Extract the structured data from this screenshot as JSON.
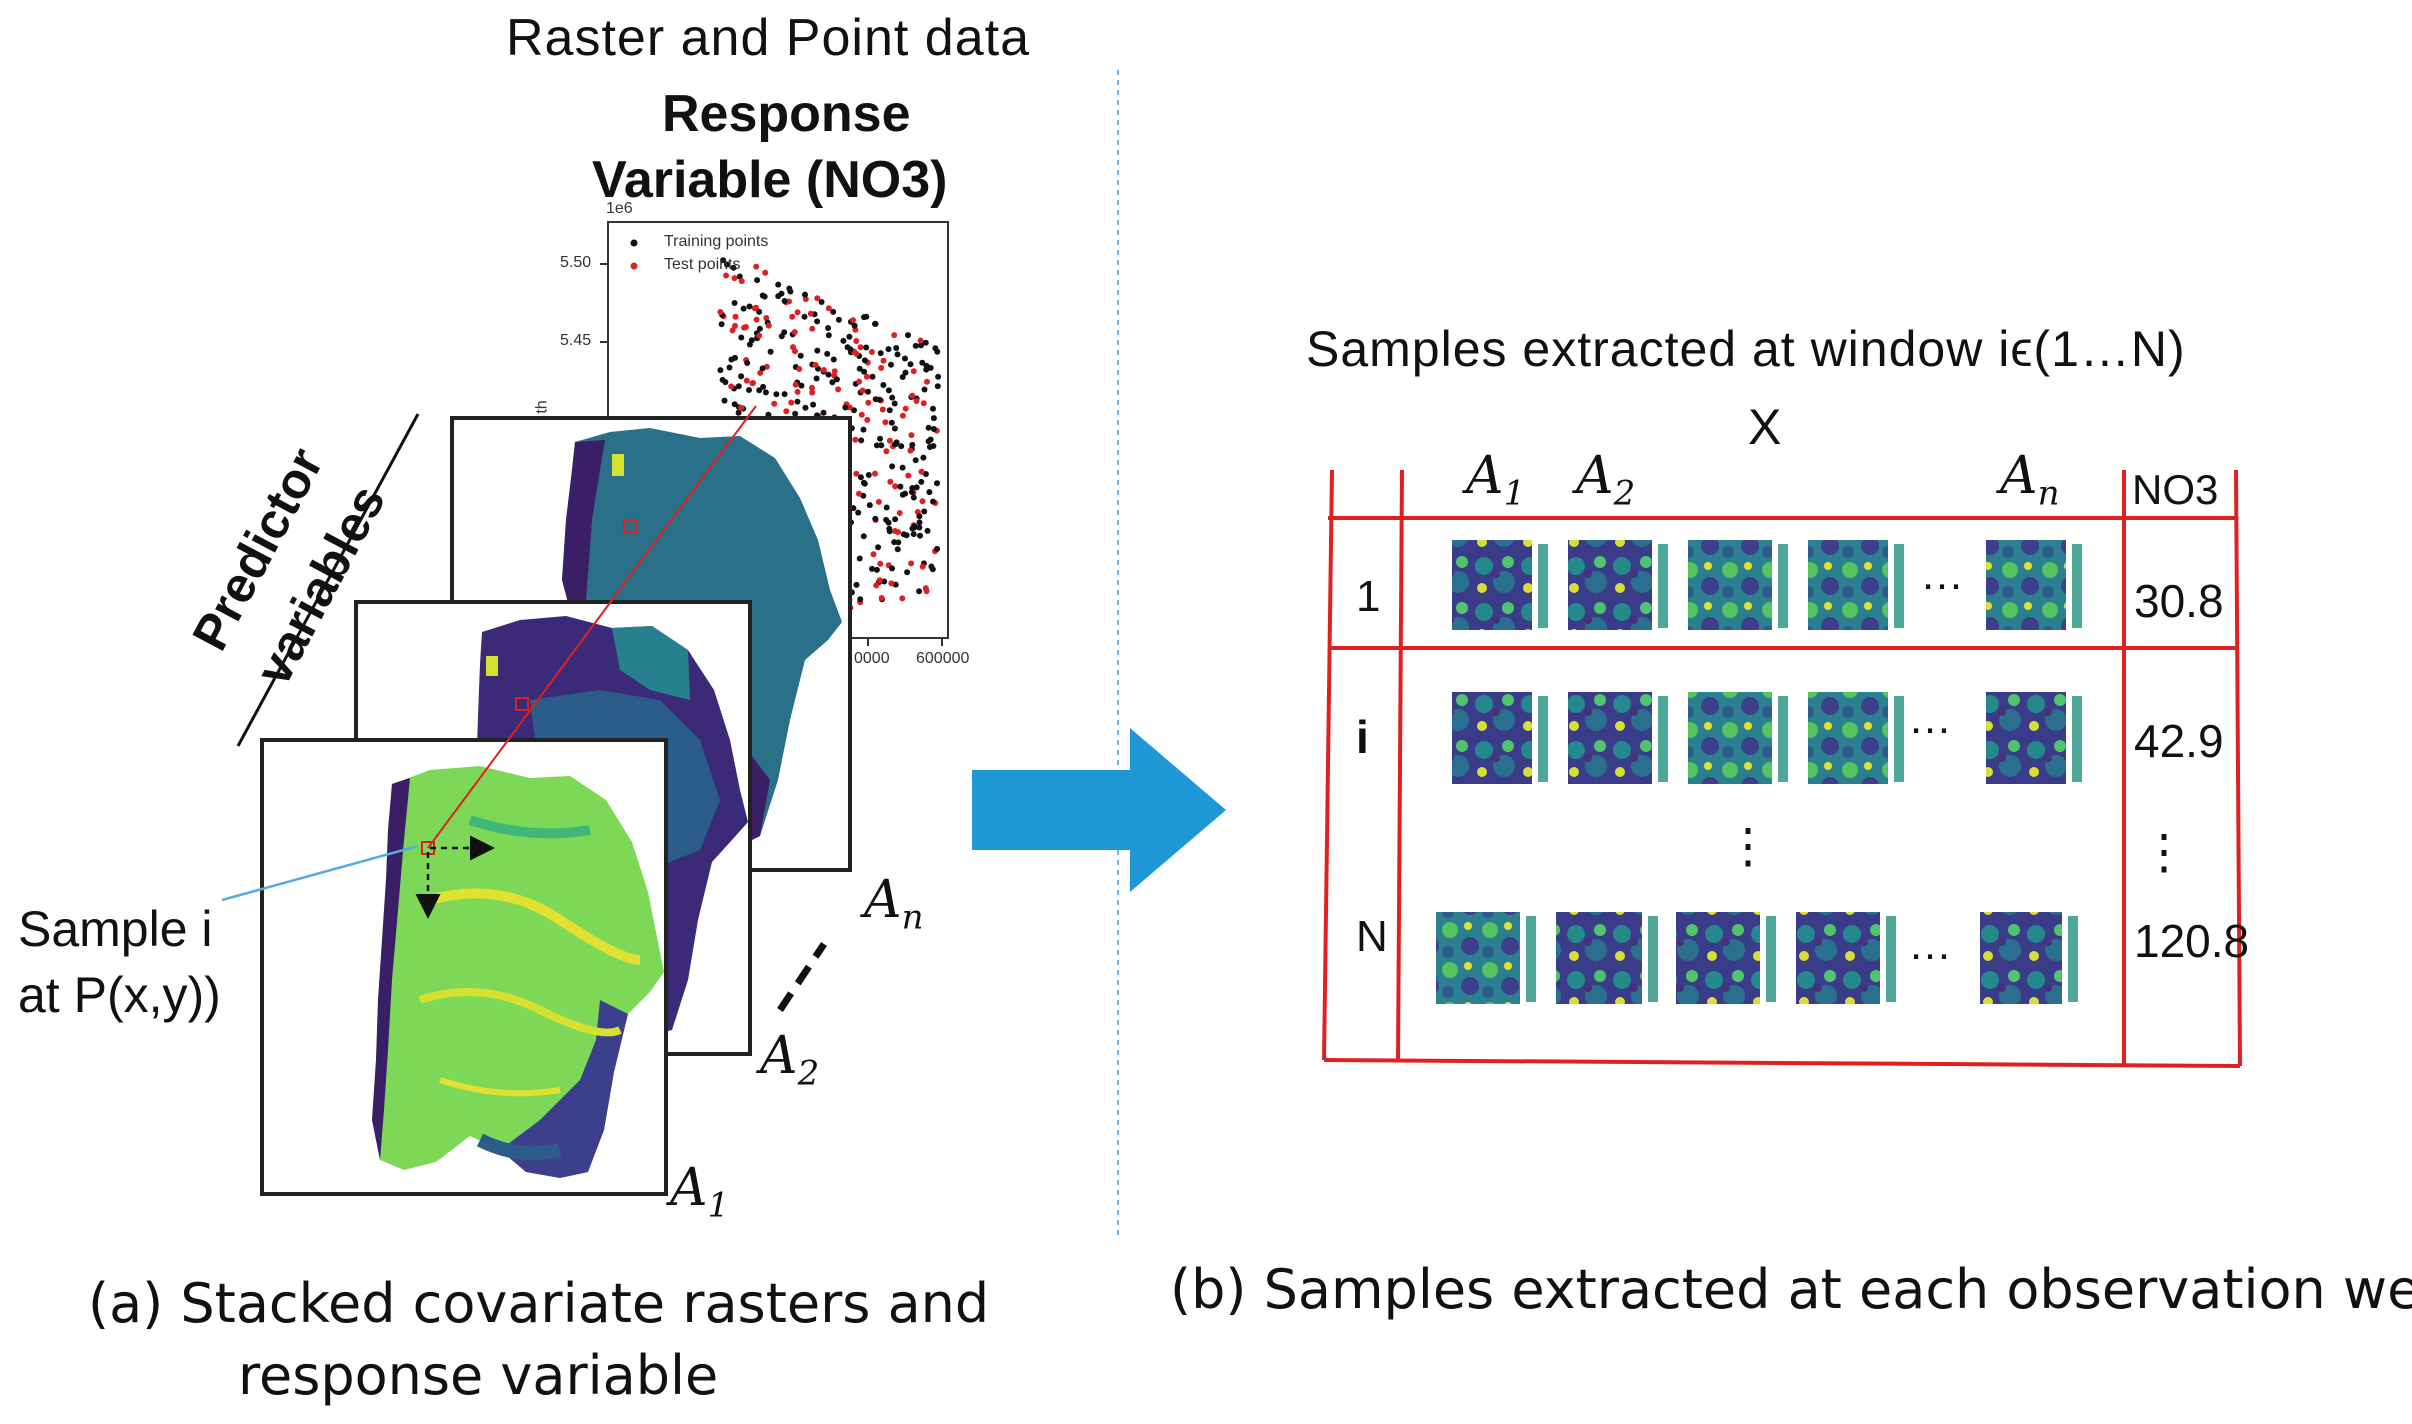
{
  "left": {
    "heading": "Raster and Point data",
    "response_title_line1": "Response",
    "response_title_line2": "Variable (NO3)",
    "predictor_line1": "Predictor",
    "predictor_line2": "variables",
    "scatter": {
      "exponent": "1e6",
      "yticks": [
        "5.50",
        "5.45"
      ],
      "y_axis_fragment": "th",
      "xticks": [
        "0000",
        "600000"
      ],
      "legend": [
        {
          "label": "Training points",
          "color": "#111111"
        },
        {
          "label": "Test points",
          "color": "#e02020"
        }
      ]
    },
    "layers": {
      "a1_base": "A",
      "a1_sub": "1",
      "a2_base": "A",
      "a2_sub": "2",
      "an_base": "A",
      "an_sub": "n"
    },
    "sample_label_line1": "Sample i",
    "sample_label_line2": "at P(x,y))",
    "caption_line1": "(a) Stacked covariate rasters and",
    "caption_line2": "response variable"
  },
  "right": {
    "heading": "Samples extracted at window iϵ(1…N)",
    "x_label": "X",
    "columns": [
      {
        "base": "A",
        "sub": "1"
      },
      {
        "base": "A",
        "sub": "2"
      },
      {
        "base": "A",
        "sub": "n"
      }
    ],
    "response_header": "NO3",
    "rows": [
      {
        "index": "1",
        "value": "30.8"
      },
      {
        "index": "i",
        "value": "42.9"
      },
      {
        "index": "N",
        "value": "120.8"
      }
    ],
    "ellipsis": "…",
    "vertical_dots": "⋮",
    "caption": "(b) Samples extracted at each observation well i"
  },
  "colors": {
    "table_border": "#e02020",
    "arrow": "#1f97d4",
    "divider": "#6cb8e8",
    "viridis_dark": "#3b1f66",
    "viridis_teal": "#226a8a",
    "viridis_green": "#5ec862",
    "viridis_yellow": "#e2e031"
  }
}
